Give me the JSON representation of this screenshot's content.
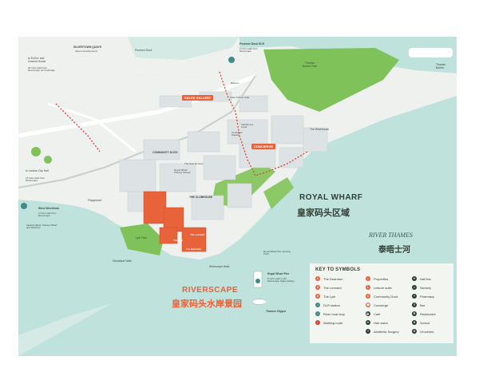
{
  "places": {
    "silvertown_quays": "SILVERTOWN QUAYS",
    "silvertown_sub": "(future development)",
    "pontoon_dock": "Pontoon Dock",
    "pontoon_dock_dlr": "Pontoon Dock DLR",
    "pontoon_walk": "2 mins walk from Riverscape",
    "thames_barrier_park": "Thames Barrier Park",
    "thames_barrier": "Thames Barrier",
    "excel": "to ExCeL and Custom House",
    "excel_walk": "30 mins walk from Riverscape via footbridge",
    "london_city_hall": "to London City Hall",
    "lch_walk": "15 mins walk from Riverscape",
    "west_silvertown": "West Silvertown",
    "ws_walk": "2 mins walk from Riverscape",
    "towards": "towards Bank, Canary Wharf and Stratford",
    "playground": "Playground",
    "lyle_park": "Lyle Park",
    "woodland_walk": "Woodland Walk",
    "riverscape_walk": "Riverscape Walk",
    "pier": "Royal Wharf Pier",
    "pier_sub": "8 mins walk to the Riverscape Sales Gallery",
    "pier_viewing": "Royal Wharf Pier Viewing Point",
    "thames_clipper": "Thames Clipper",
    "sales_gallery": "SALES GALLERY",
    "community_dock": "COMMUNITY DOCK",
    "concierge": "CONCIERGE",
    "clubhouse": "THE CLUBHOUSE",
    "the_leonard": "The Leonard",
    "the_lyle": "The Lyle",
    "the_dearnton": "The Dearnton",
    "the_warehouse": "The Warehouse",
    "rw_school": "Royal Wharf Primary School",
    "next_nursery": "The Next Nursery",
    "corinthian_square": "Corinthian Square",
    "sainsburys": "Sainsbury's Local",
    "barbers": "Barbers",
    "little_kitchen": "Little Kitchen Cafe"
  },
  "regions": {
    "royal_wharf_en": "ROYAL WHARF",
    "royal_wharf_cn": "皇家码头区域",
    "river_thames_en": "RIVER THAMES",
    "river_thames_cn": "泰晤士河",
    "riverscape_en": "RIVERSCAPE",
    "riverscape_cn": "皇家码头水岸景园"
  },
  "legend": {
    "title": "KEY TO SYMBOLS",
    "col1": [
      "The Dearnton",
      "The Leonard",
      "The Lyle",
      "DLR station",
      "River boat stop",
      "Walking route"
    ],
    "col2": [
      "Properties",
      "Leisure suite",
      "Community Dock",
      "Concierge",
      "Café",
      "Hair salon",
      "Aesthetic Surgery"
    ],
    "col3": [
      "Nail bar",
      "Nursery",
      "Pharmacy",
      "Bar",
      "Restaurant",
      "School",
      "Groceries"
    ]
  },
  "colors": {
    "water": "#bfe2dc",
    "land": "#eef1ee",
    "park": "#7fc25a",
    "building": "#dde3e4",
    "highlight": "#e8633a",
    "route": "#d6453b"
  }
}
